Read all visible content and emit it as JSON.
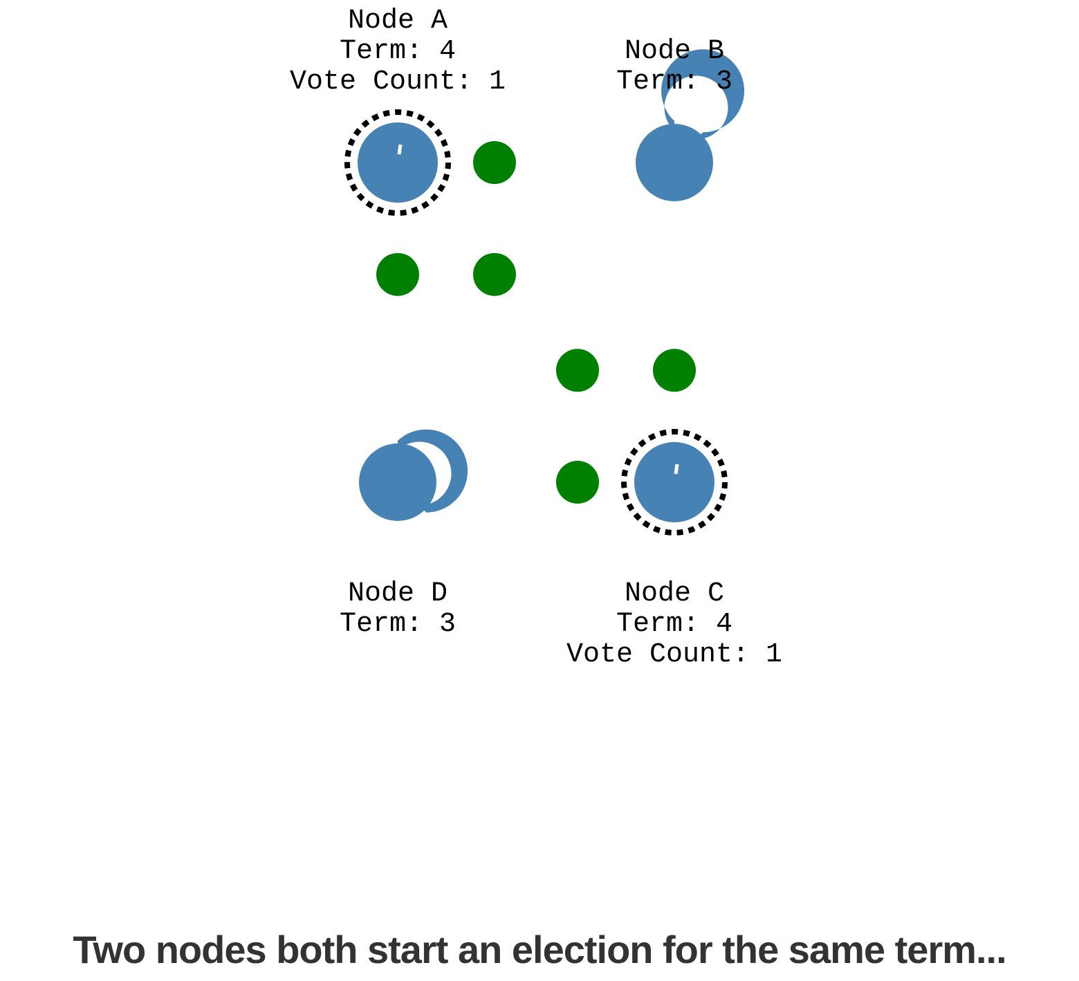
{
  "colors": {
    "node_fill": "#4682b4",
    "vote_fill": "#008000",
    "candidate_ring": "#000000",
    "label_text": "#000000",
    "caption_text": "#333333"
  },
  "nodes": [
    {
      "id": "A",
      "name_label": "Node A",
      "term_label": "Term: 4",
      "vote_label": "Vote Count: 1",
      "state": "candidate",
      "timeout_remaining": 0.99,
      "labels_position": "above"
    },
    {
      "id": "B",
      "name_label": "Node B",
      "term_label": "Term: 3",
      "vote_label": "",
      "state": "follower",
      "timeout_remaining": 0.88,
      "labels_position": "above"
    },
    {
      "id": "C",
      "name_label": "Node C",
      "term_label": "Term: 4",
      "vote_label": "Vote Count: 1",
      "state": "candidate",
      "timeout_remaining": 0.99,
      "labels_position": "below"
    },
    {
      "id": "D",
      "name_label": "Node D",
      "term_label": "Term: 3",
      "vote_label": "",
      "state": "follower",
      "timeout_remaining": 0.62,
      "labels_position": "below"
    }
  ],
  "vote_requests": [
    {
      "from": "A",
      "to": "B",
      "progress": 0.35
    },
    {
      "from": "A",
      "to": "C",
      "progress": 0.35
    },
    {
      "from": "A",
      "to": "D",
      "progress": 0.35
    },
    {
      "from": "C",
      "to": "A",
      "progress": 0.35
    },
    {
      "from": "C",
      "to": "B",
      "progress": 0.35
    },
    {
      "from": "C",
      "to": "D",
      "progress": 0.35
    }
  ],
  "caption": "Two nodes both start an election for the same term..."
}
